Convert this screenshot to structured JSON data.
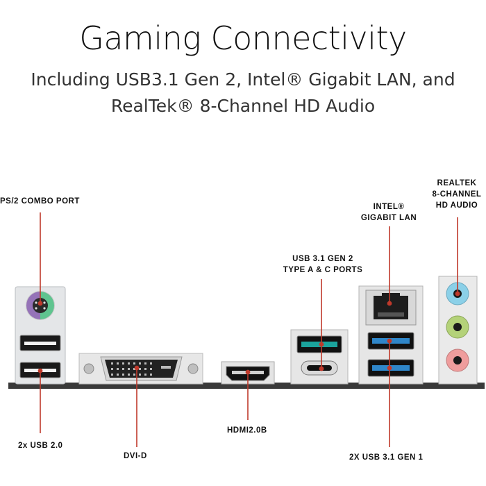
{
  "heading": {
    "title": "Gaming Connectivity",
    "subtitle_line1": "Including USB3.1 Gen 2, Intel® Gigabit LAN, and",
    "subtitle_line2": "RealTek® 8-Channel HD Audio"
  },
  "labels": {
    "ps2": "PS/2 COMBO PORT",
    "usb2": "2x USB 2.0",
    "dvi": "DVI-D",
    "hdmi": "HDMI2.0B",
    "usb31g2_line1": "USB 3.1 GEN 2",
    "usb31g2_line2": "TYPE A & C PORTS",
    "lan_line1": "INTEL®",
    "lan_line2": "GIGABIT LAN",
    "usb31g1": "2X USB 3.1 GEN 1",
    "audio_line1": "REALTEK",
    "audio_line2": "8-CHANNEL",
    "audio_line3": "HD AUDIO"
  },
  "colors": {
    "leader_line": "#c0392b",
    "usb3_blue": "#2f86c9",
    "usb31g2_teal": "#1ba39c",
    "ps2_purple": "#8e6bb0",
    "ps2_green": "#5bbf8a",
    "audio_blue": "#7ec8e3",
    "audio_green": "#a8c96a",
    "audio_pink": "#e89a9a",
    "board": "#3a3a3a"
  },
  "icons": [
    "ps2-port-icon",
    "usb2-port-icon",
    "dvi-port-icon",
    "hdmi-port-icon",
    "usb-a-port-icon",
    "usb-c-port-icon",
    "rj45-port-icon",
    "audio-jack-icon"
  ]
}
